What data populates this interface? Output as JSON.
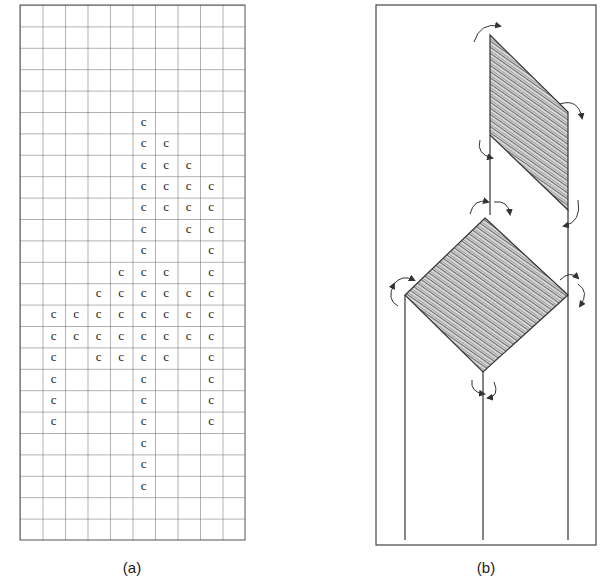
{
  "diagram": {
    "labels": [
      "c",
      "c",
      "c",
      "c",
      "c",
      "c",
      "c",
      "c",
      "c",
      "c",
      "c",
      "c",
      "c",
      "c",
      "c",
      "c",
      "c",
      "c",
      "c",
      "c",
      "c",
      "c",
      "c",
      "c",
      "c",
      "c",
      "c",
      "c",
      "c",
      "c",
      "c",
      "c",
      "c",
      "c",
      "c",
      "c",
      "c",
      "c",
      "c",
      "c",
      "c",
      "c",
      "c",
      "c",
      "c",
      "c",
      "c",
      "c",
      "c",
      "c",
      "c",
      "c",
      "c",
      "c",
      "c",
      "c",
      "c",
      "c",
      "c",
      "c",
      "c",
      "c",
      "c",
      "(a)",
      "(b)"
    ]
  }
}
